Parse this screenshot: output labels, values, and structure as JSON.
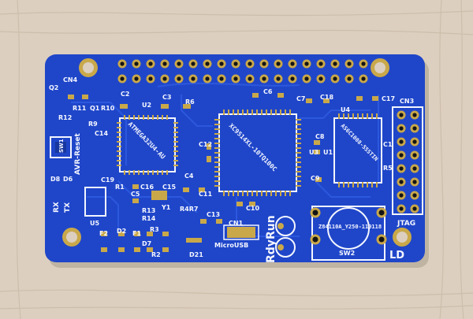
{
  "scene": {
    "subject": "blue-pcb-bare-board",
    "colors": {
      "wood_light": "#ddd2c2",
      "wood_dark": "#c9bba7",
      "board": "#1f46c9",
      "board_dark": "#17379f",
      "trace": "#2e5ae0",
      "silk": "#f4f6ff",
      "gold": "#c9a84a",
      "hole": "#141414"
    }
  },
  "labels": {
    "cn4": "CN4",
    "q2": "Q2",
    "r11": "R11",
    "q1": "Q1",
    "r10": "R10",
    "c2": "C2",
    "u2": "U2",
    "c3": "C3",
    "r6": "R6",
    "r12": "R12",
    "r9": "R9",
    "c14": "C14",
    "avr_reset": "AVR-Reset",
    "sw1": "SW1",
    "d8": "D8",
    "d6": "D6",
    "rx": "RX",
    "tx": "TX",
    "u5": "U5",
    "c19": "C19",
    "r1": "R1",
    "c16": "C16",
    "c15": "C15",
    "c5": "C5",
    "y1": "Y1",
    "c4": "C4",
    "c11": "C11",
    "r13": "R13",
    "r14": "R14",
    "r4r7": "R4R7",
    "f2": "F2",
    "d2": "D2",
    "f1": "F1",
    "r3": "R3",
    "d7": "D7",
    "r2": "R2",
    "d21": "D21",
    "c13": "C13",
    "cn1": "CN1",
    "microusb": "MicroUSB",
    "run": "Run",
    "rdy": "Rdy",
    "c6": "C6",
    "c12": "C12",
    "c10": "C10",
    "c7": "C7",
    "c18": "C18",
    "u4": "U4",
    "c17": "C17",
    "cn3": "CN3",
    "c8": "C8",
    "u1": "U1",
    "u3": "U3",
    "c9": "C9",
    "c1": "C1",
    "r5": "R5",
    "jtag": "JTAG",
    "sw2": "SW2",
    "ld": "LD",
    "chip_u2": "ATMEGA32U4-AU",
    "chip_u3": "XC9514XL-10TQ100C",
    "chip_u4": "AS6C1008-55STIN",
    "sw2_part": "Z84110A_Y250-110118"
  }
}
